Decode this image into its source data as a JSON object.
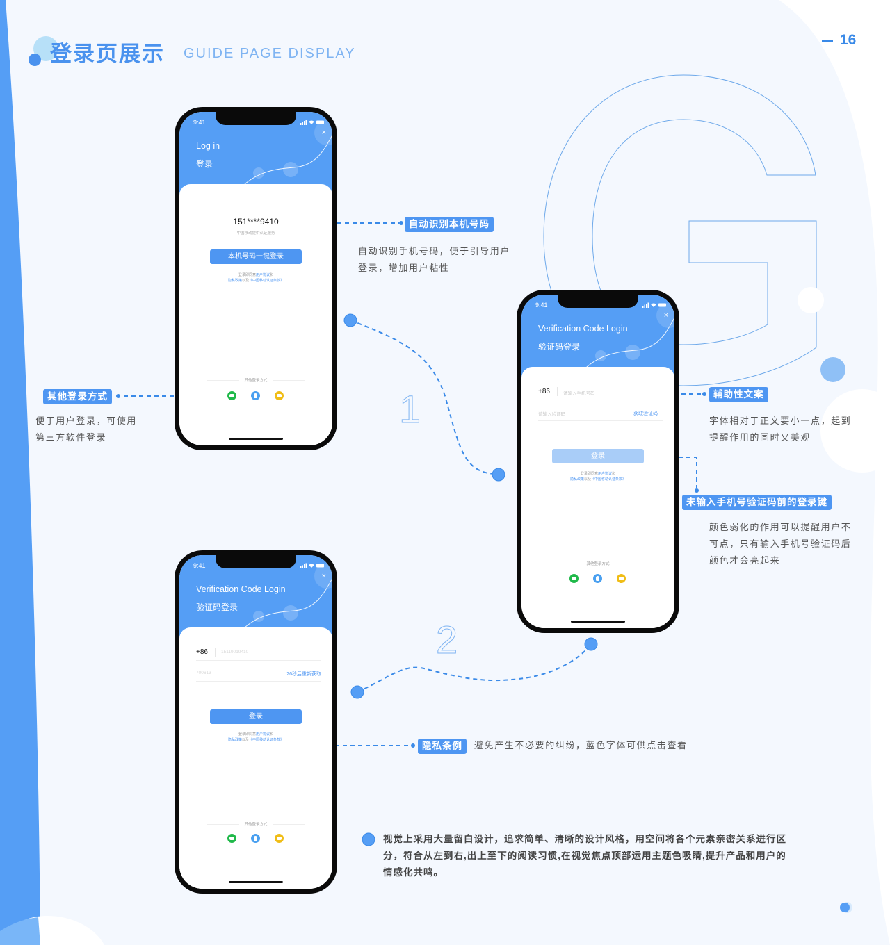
{
  "header": {
    "title_zh": "登录页展示",
    "title_en": "GUIDE PAGE DISPLAY",
    "page_number": "16"
  },
  "colors": {
    "brand_blue": "#4e96f2",
    "header_blue": "#559ef5",
    "wechat_green": "#20b94a",
    "qq_blue": "#4aa0f0",
    "mail_yellow": "#f0bd16",
    "background": "#f4f8fe"
  },
  "decor": {
    "big_letter": "G",
    "step_1": "1",
    "step_2": "2"
  },
  "phone1": {
    "status_time": "9:41",
    "close_icon": "×",
    "title_en": "Log in",
    "title_zh": "登录",
    "phone_number": "151****9410",
    "carrier_note": "中国移动提供认证服务",
    "primary_button": "本机号码一键登录",
    "terms_line1_prefix": "登录即同意",
    "terms_line1_link": "用户协议",
    "terms_line1_suffix": "和",
    "terms_line2_link1": "隐私政策",
    "terms_line2_mid": "以及",
    "terms_line2_link2": "《中国移动认证条款》",
    "other_login_label": "其他登录方式",
    "social": [
      "wechat-icon",
      "qq-icon",
      "mail-icon"
    ]
  },
  "phone2": {
    "status_time": "9:41",
    "close_icon": "×",
    "title_en": "Verification Code Login",
    "title_zh": "验证码登录",
    "country_code": "+86",
    "phone_placeholder": "请输入手机号码",
    "code_placeholder": "请输入验证码",
    "get_code": "获取验证码",
    "login_button": "登录",
    "terms_line1_prefix": "登录即同意",
    "terms_line1_link": "用户协议",
    "terms_line1_suffix": "和",
    "terms_line2_link1": "隐私政策",
    "terms_line2_mid": "以及",
    "terms_line2_link2": "《中国移动认证条款》",
    "other_login_label": "其他登录方式"
  },
  "phone3": {
    "status_time": "9:41",
    "close_icon": "×",
    "title_en": "Verification Code Login",
    "title_zh": "验证码登录",
    "country_code": "+86",
    "phone_value": "15119019410",
    "code_value": "700613",
    "resend_countdown": "26秒后重新获取",
    "login_button": "登录",
    "terms_line1_prefix": "登录即同意",
    "terms_line1_link": "用户协议",
    "terms_line1_suffix": "和",
    "terms_line2_link1": "隐私政策",
    "terms_line2_mid": "以及",
    "terms_line2_link2": "《中国移动认证条款》",
    "other_login_label": "其他登录方式"
  },
  "callouts": {
    "auto_detect": {
      "tag": "自动识别本机号码",
      "desc_line1": "自动识别手机号码，便于引导用户",
      "desc_line2": "登录，增加用户粘性"
    },
    "other_login": {
      "tag": "其他登录方式",
      "desc_line1": "便于用户登录，可使用",
      "desc_line2": "第三方软件登录"
    },
    "helper_text": {
      "tag": "辅助性文案",
      "desc_line1": "字体相对于正文要小一点，起到",
      "desc_line2": "提醒作用的同时又美观"
    },
    "disabled_login": {
      "tag": "未输入手机号验证码前的登录键",
      "desc_line1": "颜色弱化的作用可以提醒用户不",
      "desc_line2": "可点，只有输入手机号验证码后",
      "desc_line3": "颜色才会亮起来"
    },
    "privacy": {
      "tag": "隐私条例",
      "desc": "避免产生不必要的纠纷，蓝色字体可供点击查看"
    }
  },
  "summary": {
    "text": "视觉上采用大量留白设计，追求简单、清晰的设计风格，用空间将各个元素亲密关系进行区分，符合从左到右,出上至下的阅读习惯,在视觉焦点顶部运用主题色吸睛,提升产品和用户的情感化共鸣。"
  }
}
